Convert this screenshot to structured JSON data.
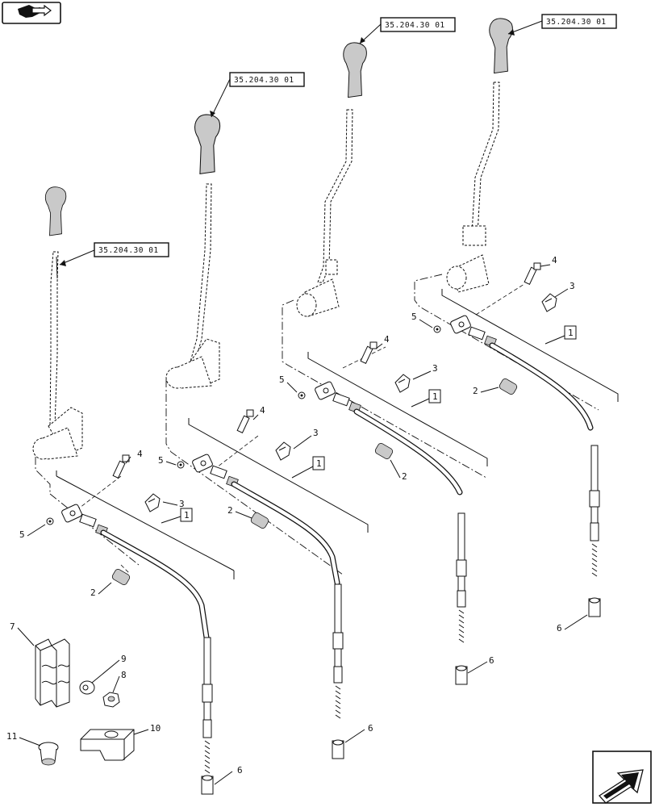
{
  "header": {
    "back_icon": "book-arrow-icon"
  },
  "references": {
    "knob_1": "35.204.30 01",
    "knob_2": "35.204.30 01",
    "knob_3": "35.204.30 01",
    "knob_4": "35.204.30 01"
  },
  "kit_labels": {
    "a": "1",
    "b": "1",
    "c": "1",
    "d": "1"
  },
  "callouts": {
    "a": {
      "p2": "2",
      "p3": "3",
      "p4": "4",
      "p5": "5",
      "p6": "6"
    },
    "b": {
      "p2": "2",
      "p3": "3",
      "p4": "4",
      "p5": "5",
      "p6": "6"
    },
    "c": {
      "p2": "2",
      "p3": "3",
      "p4": "4",
      "p5": "5",
      "p6": "6"
    },
    "d": {
      "p2": "2",
      "p3": "3",
      "p4": "4",
      "p5": "5",
      "p6": "6"
    },
    "loose": {
      "p7": "7",
      "p8": "8",
      "p9": "9",
      "p10": "10",
      "p11": "11"
    }
  },
  "footer": {
    "next_icon": "next-arrow-icon"
  }
}
